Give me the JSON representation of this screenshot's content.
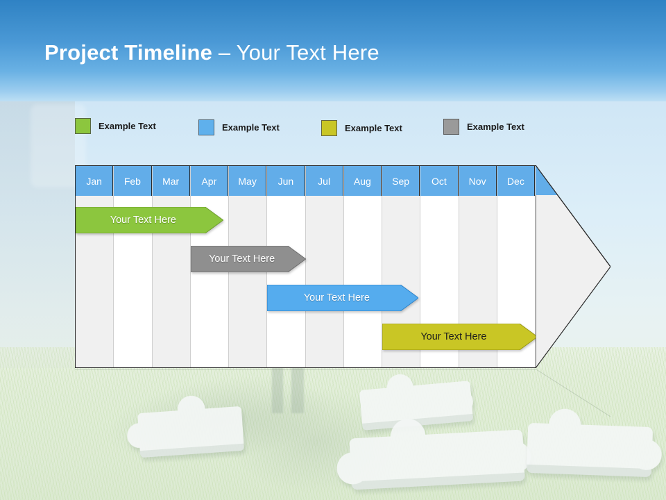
{
  "slide": {
    "title_bold": "Project Timeline",
    "title_separator": " – ",
    "title_light": "Your Text Here"
  },
  "legend": {
    "items": [
      {
        "label": "Example Text",
        "color": "#8CC63E"
      },
      {
        "label": "Example Text",
        "color": "#5FB0EC"
      },
      {
        "label": "Example Text",
        "color": "#C9C625"
      },
      {
        "label": "Example Text",
        "color": "#9A9A9A"
      }
    ]
  },
  "chart_data": {
    "type": "bar",
    "title": "Project Timeline",
    "xlabel": "",
    "ylabel": "",
    "orientation": "horizontal",
    "grid": true,
    "legend_position": "top",
    "categories": [
      "Jan",
      "Feb",
      "Mar",
      "Apr",
      "May",
      "Jun",
      "Jul",
      "Aug",
      "Sep",
      "Oct",
      "Nov",
      "Dec"
    ],
    "header_fill": "#62ADE9",
    "header_text_color": "#FFFFFF",
    "column_fill_odd": "#F0F0F0",
    "column_fill_even": "#FFFFFF",
    "series": [
      {
        "name": "Example Text",
        "label": "Your  Text Here",
        "color": "#8CC63E",
        "border": "#6E9E2E",
        "text_color": "#FFFFFF",
        "start_month": "Jan",
        "end_month": "Apr",
        "start_index": 0,
        "end_index": 3.85,
        "row": 0
      },
      {
        "name": "Example Text",
        "label": "Your  Text Here",
        "color": "#8F8F8F",
        "border": "#6D6D6D",
        "text_color": "#FFFFFF",
        "start_month": "Apr",
        "end_month": "Jun",
        "start_index": 3.0,
        "end_index": 6.0,
        "row": 1
      },
      {
        "name": "Example Text",
        "label": "Your  Text Here",
        "color": "#55ACEE",
        "border": "#2C82C9",
        "text_color": "#FFFFFF",
        "start_month": "Jun",
        "end_month": "Sep",
        "start_index": 5.0,
        "end_index": 8.95,
        "row": 2
      },
      {
        "name": "Example Text",
        "label": "Your  Text Here",
        "color": "#C9C625",
        "border": "#9A9818",
        "text_color": "#1D1D1D",
        "start_month": "Sep",
        "end_month": "Dec",
        "start_index": 8.0,
        "end_index": 12.05,
        "row": 3
      }
    ]
  },
  "icons": {
    "arrow_head": "arrow-right-icon",
    "legend_swatch": "color-swatch-icon"
  }
}
